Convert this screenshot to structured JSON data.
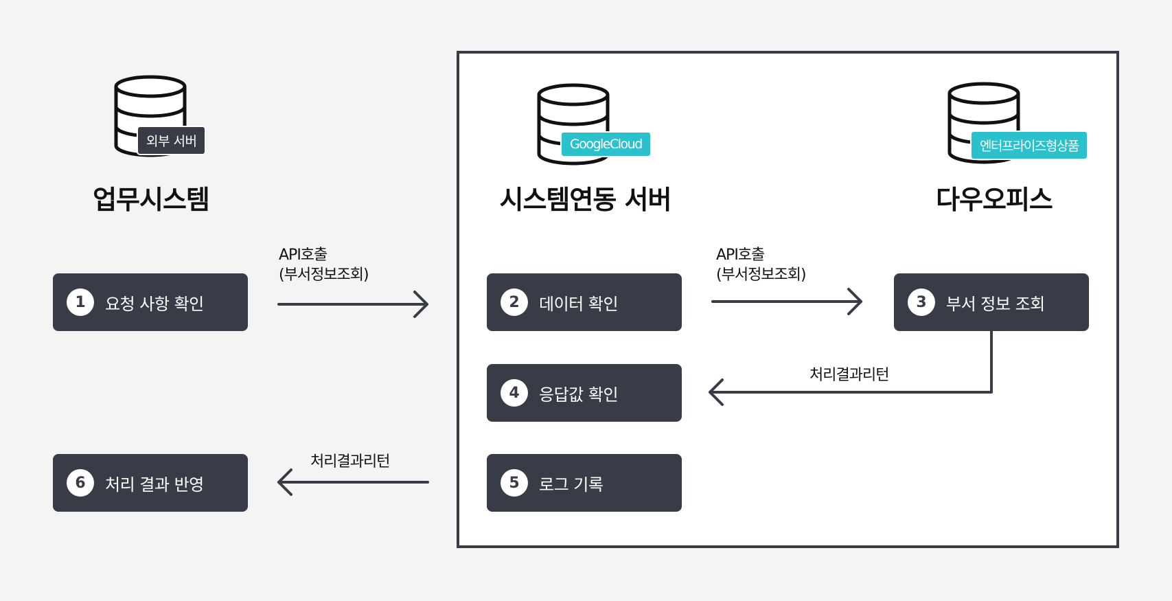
{
  "systems": {
    "work": {
      "title": "업무시스템",
      "badge": "외부 서버",
      "icon": "database-icon"
    },
    "integration": {
      "title": "시스템연동 서버",
      "badge": "GoogleCloud",
      "icon": "database-icon"
    },
    "dauoffice": {
      "title": "다우오피스",
      "badge": "엔터프라이즈형상품",
      "icon": "database-icon"
    }
  },
  "steps": [
    {
      "number": "1",
      "label": "요청 사항 확인"
    },
    {
      "number": "2",
      "label": "데이터 확인"
    },
    {
      "number": "3",
      "label": "부서 정보 조회"
    },
    {
      "number": "4",
      "label": "응답값 확인"
    },
    {
      "number": "5",
      "label": "로그 기록"
    },
    {
      "number": "6",
      "label": "처리 결과 반영"
    }
  ],
  "edges": {
    "call_1": {
      "line1": "API호출",
      "line2": "(부서정보조회)"
    },
    "call_2": {
      "line1": "API호출",
      "line2": "(부서정보조회)"
    },
    "return_1": "처리결과리턴",
    "return_2": "처리결과리턴"
  },
  "colors": {
    "box": "#373c47",
    "accent": "#2bc1cc",
    "background": "#f4f4f4",
    "frame_fill": "#ffffff"
  }
}
